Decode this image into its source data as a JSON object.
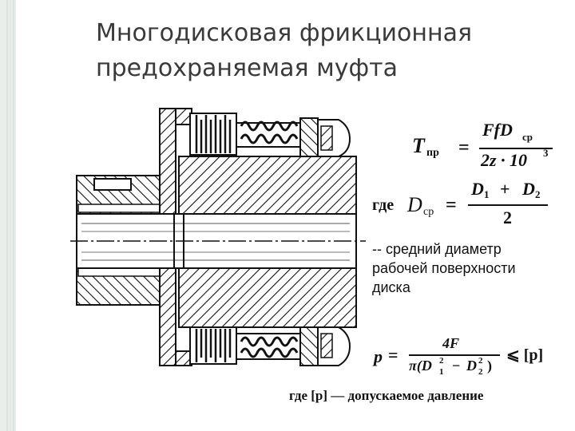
{
  "slide": {
    "title_line1": "Многодисковая фрикционная",
    "title_line2": "предохраняемая муфта"
  },
  "formulas": {
    "torque": {
      "lhs": "T",
      "lhs_sub": "пр",
      "num": "FfD",
      "num_sub": "ср",
      "den": "2z · 10",
      "den_sup": "3"
    },
    "mean_diameter": {
      "lead": "где",
      "lhs": "D",
      "lhs_sub": "ср",
      "num_a": "D",
      "num_a_sub": "1",
      "plus": "+",
      "num_b": "D",
      "num_b_sub": "2",
      "den": "2"
    },
    "pressure": {
      "lhs": "p",
      "num": "4F",
      "den_lead": "π(D",
      "den_a_sub": "1",
      "den_a_sup": "2",
      "minus": "−",
      "den_b": "D",
      "den_b_sub": "2",
      "den_b_sup": "2",
      "den_close": ")",
      "relation": "⩽ [p]"
    }
  },
  "description": {
    "line1": "-- средний диаметр",
    "line2": "рабочей поверхности",
    "line3": "диска"
  },
  "footnote": "где [p] — допускаемое давление",
  "colors": {
    "band": "#e9eeea",
    "band_edge": "#cfd8d1",
    "title": "#3a3a3a",
    "ink": "#111111"
  }
}
